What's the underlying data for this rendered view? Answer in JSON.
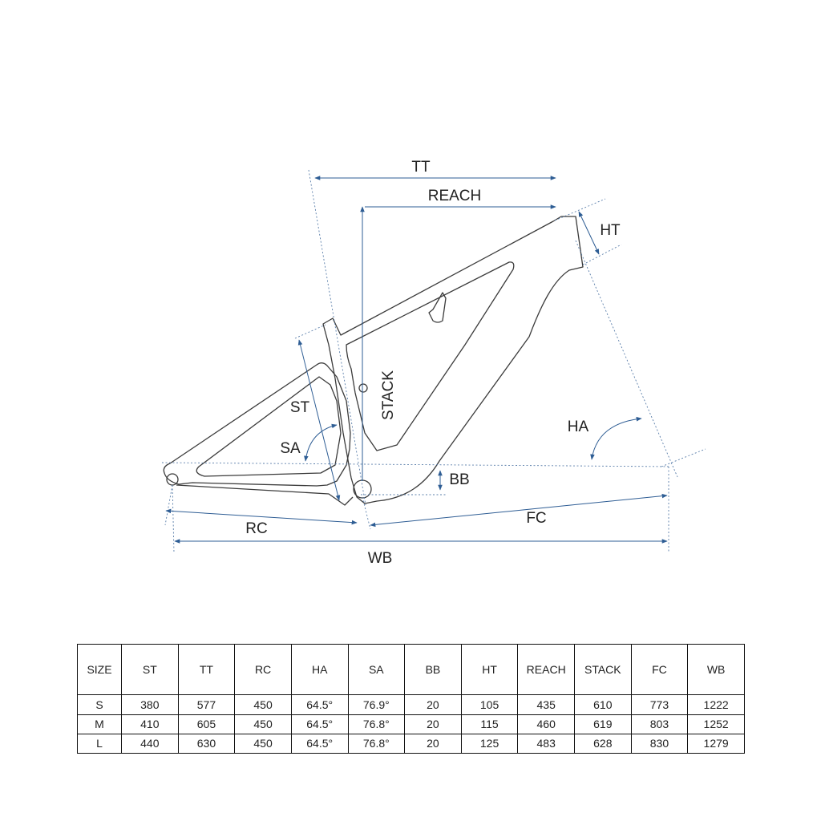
{
  "diagram": {
    "labels": {
      "tt": "TT",
      "reach": "REACH",
      "ht": "HT",
      "stack": "STACK",
      "st": "ST",
      "sa": "SA",
      "ha": "HA",
      "bb": "BB",
      "rc": "RC",
      "fc": "FC",
      "wb": "WB"
    },
    "colors": {
      "frame": "#3b3b3b",
      "dimension": "#2e5d94",
      "guide": "#5a7eaa"
    }
  },
  "table": {
    "headers": [
      "SIZE",
      "ST",
      "TT",
      "RC",
      "HA",
      "SA",
      "BB",
      "HT",
      "REACH",
      "STACK",
      "FC",
      "WB"
    ],
    "rows": [
      [
        "S",
        "380",
        "577",
        "450",
        "64.5°",
        "76.9°",
        "20",
        "105",
        "435",
        "610",
        "773",
        "1222"
      ],
      [
        "M",
        "410",
        "605",
        "450",
        "64.5°",
        "76.8°",
        "20",
        "115",
        "460",
        "619",
        "803",
        "1252"
      ],
      [
        "L",
        "440",
        "630",
        "450",
        "64.5°",
        "76.8°",
        "20",
        "125",
        "483",
        "628",
        "830",
        "1279"
      ]
    ]
  }
}
